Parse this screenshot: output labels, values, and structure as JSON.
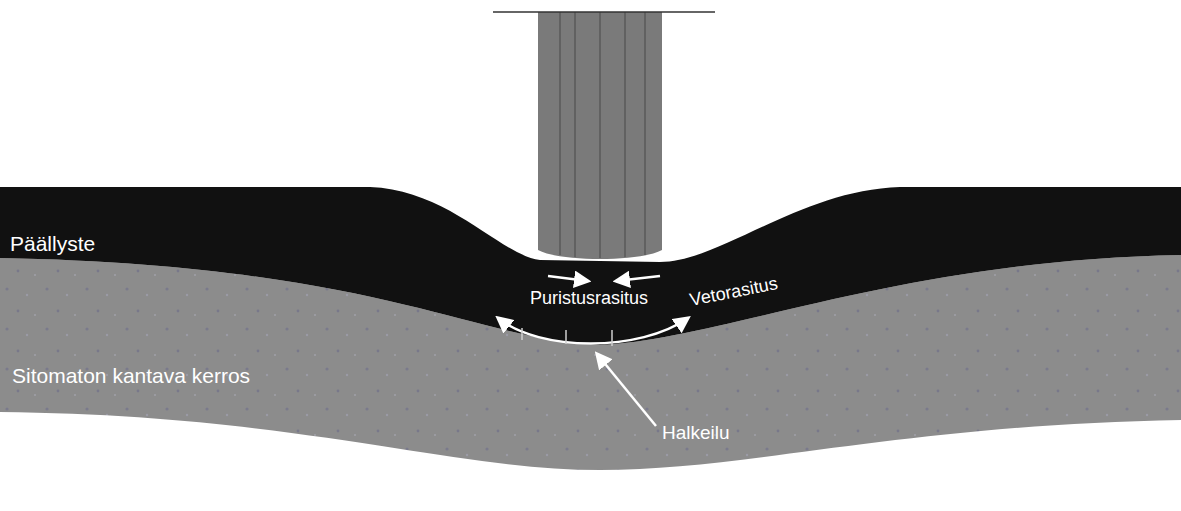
{
  "diagram": {
    "labels": [
      "Päällyste",
      "Sitomaton kantava kerros",
      "Puristusrasitus",
      "Vetorasitus",
      "Halkeilu"
    ]
  }
}
